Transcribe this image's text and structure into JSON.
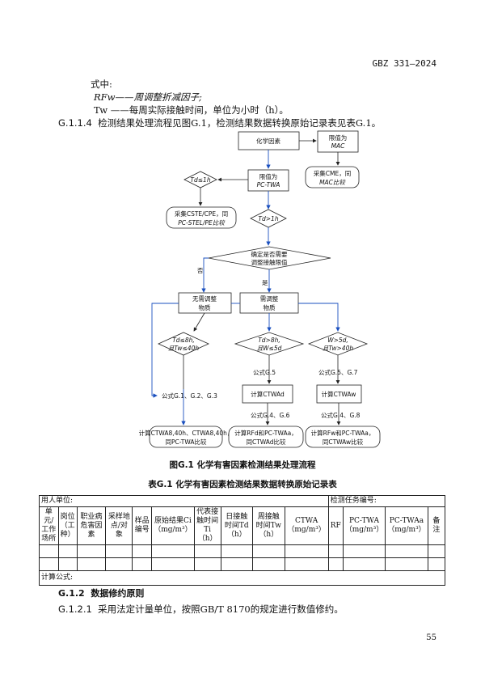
{
  "header": {
    "code": "GBZ 331—2024"
  },
  "intro": {
    "line1": "式中:",
    "line2": "RFw——周调整折减因子;",
    "line3": "Tw ——每周实际接触时间，单位为小时（h）。",
    "para_num": "G.1.1.4",
    "para_text": "检测结果处理流程见图G.1，检测结果数据转换原始记录表见表G.1。"
  },
  "flow": {
    "start": "化学因素",
    "mac": [
      "限值为",
      "MAC"
    ],
    "mac_cmp": [
      "采集CME，同",
      "MAC比较"
    ],
    "twa": [
      "限值为",
      "PC-TWA"
    ],
    "td1h": "Td≤1h",
    "stel_cmp": [
      "采集CSTE/CPE，同",
      "PC-STEL/PE比较"
    ],
    "td_gt1h": "Td>1h",
    "decide": [
      "确定是否需要",
      "调整接触限值"
    ],
    "no": "否",
    "yes": "是",
    "no_adjust": [
      "无需调整",
      "物质"
    ],
    "need_adjust": [
      "需调整",
      "物质"
    ],
    "c1": [
      "Td≤8h,",
      "且Tw≤40h"
    ],
    "c2": [
      "Td>8h,",
      "且W≤5d"
    ],
    "c3": [
      "W>5d,",
      "且Tw>40h"
    ],
    "f1": "公式G.1、G.2、G.3",
    "f2": "公式G.5",
    "f3": "公式G.5、G.7",
    "calc2": "计算CTWAd",
    "calc3": "计算CTWAw",
    "f4": "公式G.4、G.6",
    "f5": "公式G.4、G.8",
    "r1": [
      "计算CTWA8,40h、CTWA8,40h，",
      "同PC-TWA比较"
    ],
    "r2": [
      "计算RFd和PC-TWAa，",
      "同CTWAd比较"
    ],
    "r3": [
      "计算RFw和PC-TWAa，",
      "同CTWAw比较"
    ]
  },
  "figure_caption": "图G.1  化学有害因素检测结果处理流程",
  "table_caption": "表G.1  化学有害因素检测结果数据转换原始记录表",
  "table": {
    "employer": "用人单位:",
    "task_no": "检测任务编号:",
    "headers": [
      "单元/工作场所",
      "岗位（工种）",
      "职业病危害因素",
      "采样地点/对象",
      "样品编号",
      "原始结果Ci（mg/m³）",
      "代表接触时间Ti（h）",
      "日接触时间Td（h）",
      "周接触时间Tw（h）",
      "CTWA（mg/m³）",
      "RF",
      "PC-TWA（mg/m³）",
      "PC-TWAa（mg/m³）",
      "备注"
    ],
    "formula": "计算公式:"
  },
  "section": {
    "num": "G.1.2",
    "title": "数据修约原则"
  },
  "para2": {
    "num": "G.1.2.1",
    "text": "采用法定计量单位，按照GB/T 8170的规定进行数值修约。"
  },
  "page_number": "55"
}
